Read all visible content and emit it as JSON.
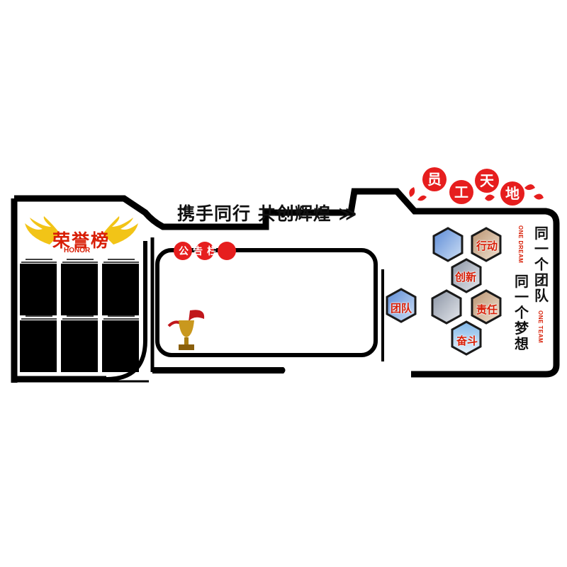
{
  "slogan": "携手同行  共创辉煌 ≫",
  "honor": {
    "title": "荣誉榜",
    "subtitle": "HONOR",
    "photo_slots": 6
  },
  "notice": {
    "title": "公告栏"
  },
  "staff": {
    "title_chars": [
      "员",
      "工",
      "天",
      "地"
    ],
    "hexagons": [
      {
        "label": "",
        "icon": "city-photo"
      },
      {
        "label": "行动",
        "icon": "teamwork-photo"
      },
      {
        "label": "创新",
        "icon": "lightbulb-photo"
      },
      {
        "label": "团队",
        "icon": "group-photo"
      },
      {
        "label": "",
        "icon": "keyboard-photo"
      },
      {
        "label": "责任",
        "icon": "handshake-photo"
      },
      {
        "label": "奋斗",
        "icon": "climb-photo"
      }
    ],
    "motto_line1": "同一个团队",
    "motto_line2": "同一个梦想",
    "motto_en1": "ONE DREAM",
    "motto_en2": "ONE TEAM"
  },
  "colors": {
    "frame": "#000000",
    "accent": "#d81e06",
    "gold": "#e8c21a"
  }
}
